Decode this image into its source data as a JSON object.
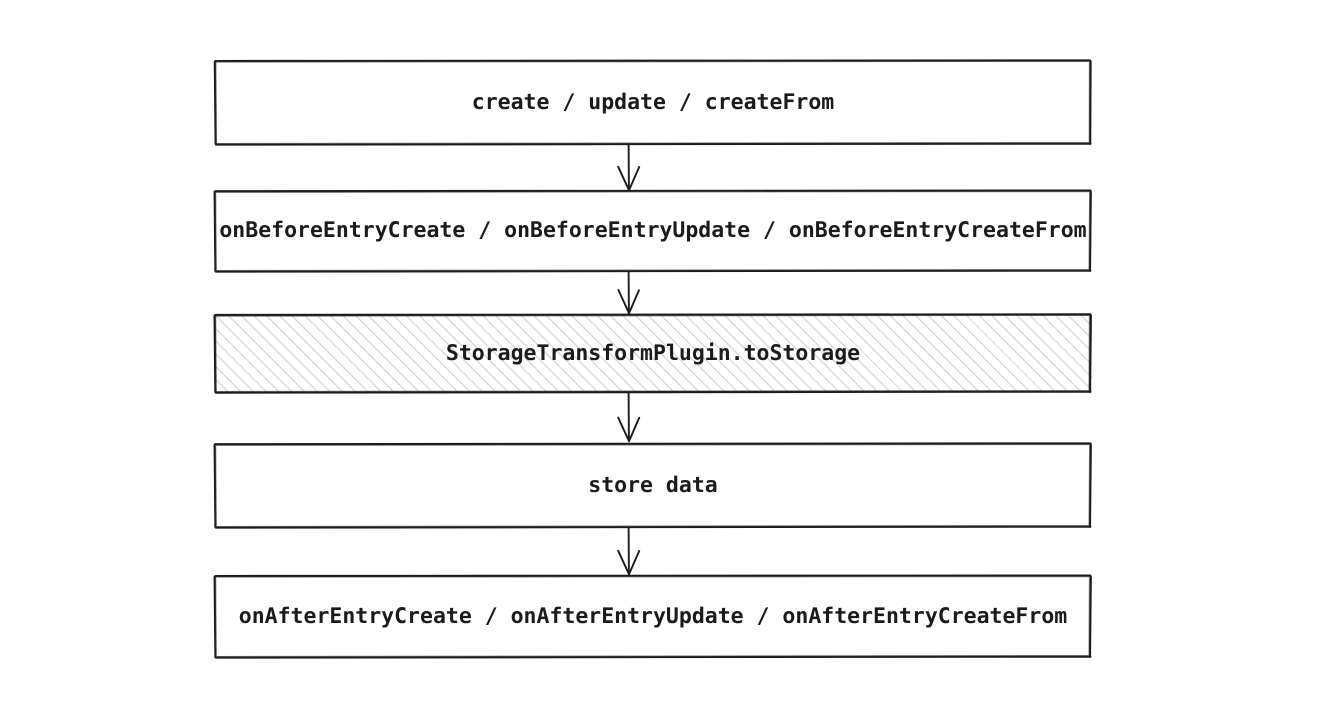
{
  "diagram": {
    "type": "flowchart",
    "orientation": "top-to-bottom",
    "background_color": "#ffffff",
    "stroke_color": "#1b1b1b",
    "text_color": "#1b1b1b",
    "hatch_color": "#8a8a8f",
    "nodes": [
      {
        "id": "node-create-update-createfrom",
        "label": "create / update / createFrom",
        "fill": "none"
      },
      {
        "id": "node-on-before-entry-hooks",
        "label": "onBeforeEntryCreate / onBeforeEntryUpdate / onBeforeEntryCreateFrom",
        "fill": "none"
      },
      {
        "id": "node-storage-transform-plugin-tostorage",
        "label": "StorageTransformPlugin.toStorage",
        "fill": "hatched"
      },
      {
        "id": "node-store-data",
        "label": "store data",
        "fill": "none"
      },
      {
        "id": "node-on-after-entry-hooks",
        "label": "onAfterEntryCreate / onAfterEntryUpdate / onAfterEntryCreateFrom",
        "fill": "none"
      }
    ],
    "edges": [
      {
        "id": "edge-1",
        "from": "node-create-update-createfrom",
        "to": "node-on-before-entry-hooks",
        "arrowhead": "open-v"
      },
      {
        "id": "edge-2",
        "from": "node-on-before-entry-hooks",
        "to": "node-storage-transform-plugin-tostorage",
        "arrowhead": "open-v"
      },
      {
        "id": "edge-3",
        "from": "node-storage-transform-plugin-tostorage",
        "to": "node-store-data",
        "arrowhead": "open-v"
      },
      {
        "id": "edge-4",
        "from": "node-store-data",
        "to": "node-on-after-entry-hooks",
        "arrowhead": "open-v"
      }
    ]
  }
}
